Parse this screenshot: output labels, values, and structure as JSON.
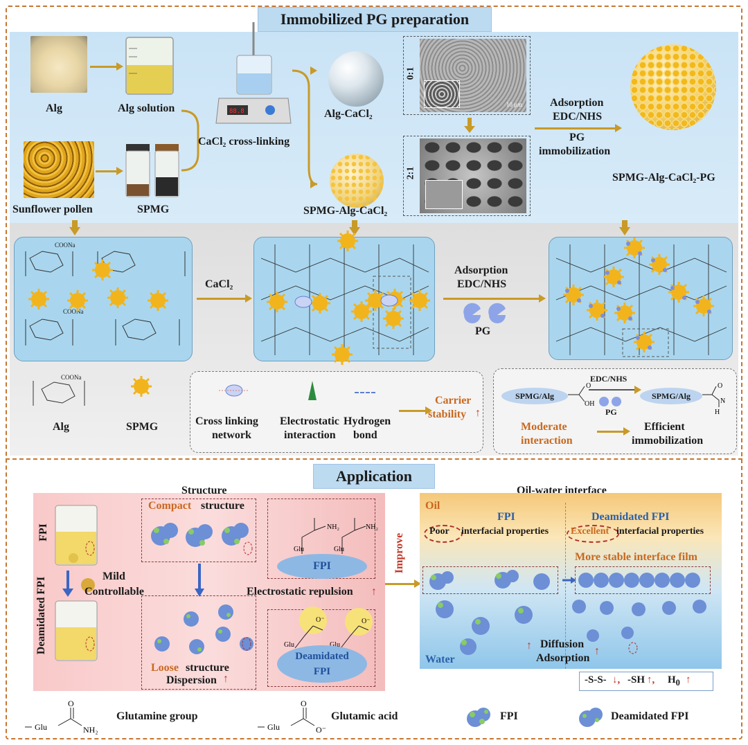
{
  "sections": {
    "top_title": "Immobilized PG preparation",
    "bottom_title": "Application"
  },
  "top": {
    "alg": "Alg",
    "alg_solution": "Alg solution",
    "sunflower_pollen": "Sunflower pollen",
    "spmg": "SPMG",
    "cacl2_crosslinking": "CaCl₂ cross-linking",
    "alg_cacl2": "Alg-CaCl₂",
    "spmg_alg_cacl2": "SPMG-Alg-CaCl₂",
    "ratio_1": "0:1",
    "ratio_2": "2:1",
    "scale_text": "10 μm",
    "adsorption": "Adsorption",
    "edc_nhs": "EDC/NHS",
    "pg_immobilization_1": "PG",
    "pg_immobilization_2": "immobilization",
    "spmg_alg_cacl2_pg": "SPMG-Alg-CaCl₂-PG"
  },
  "middle": {
    "cacl2": "CaCl₂",
    "adsorption": "Adsorption",
    "edc_nhs": "EDC/NHS",
    "pg": "PG",
    "coona": "COONa",
    "legend_alg": "Alg",
    "legend_spmg": "SPMG",
    "cross_linking": "Cross linking",
    "network": "network",
    "electrostatic": "Electrostatic",
    "interaction": "interaction",
    "hydrogen": "Hydrogen",
    "bond": "bond",
    "carrier": "Carrier",
    "stability": "stability",
    "spmg_alg_left": "SPMG/Alg",
    "spmg_alg_right": "SPMG/Alg",
    "edc_nhs_small": "EDC/NHS",
    "pg_small": "PG",
    "moderate": "Moderate",
    "interaction2": "interaction",
    "efficient": "Efficient",
    "immobilization": "immobilization"
  },
  "app": {
    "structure": "Structure",
    "fpi": "FPI",
    "deamidated_fpi": "Deamidated FPI",
    "compact": "Compact",
    "structure_word": "structure",
    "fpi_ellipse": "FPI",
    "mild": "Mild",
    "controllable": "Controllable",
    "electrostatic_repulsion": "Electrostatic repulsion",
    "deamidated_ellipse_1": "Deamidated",
    "deamidated_ellipse_2": "FPI",
    "loose": "Loose",
    "structure_word2": "structure",
    "dispersion": "Dispersion",
    "improve": "Improve",
    "oil_water_interface": "Oil-water interface",
    "oil": "Oil",
    "water": "Water",
    "fpi_right": "FPI",
    "deamidated_fpi_right": "Deamidated FPI",
    "poor": "Poor",
    "interfacial_properties_1": "interfacial properties",
    "excellent": "Excellent",
    "interfacial_properties_2": "interfacial properties",
    "more_stable": "More stable interface film",
    "diffusion": "Diffusion",
    "adsorption": "Adsorption",
    "ss": "-S-S-",
    "sh": "-SH",
    "h0": "H",
    "h0_sub": "0"
  },
  "legend": {
    "glutamine": "Glutamine group",
    "glutamic": "Glutamic acid",
    "fpi": "FPI",
    "deamidated_fpi": "Deamidated FPI",
    "glu": "Glu",
    "nh2": "NH₂",
    "o": "O",
    "o_minus": "O⁻"
  },
  "colors": {
    "frame": "#c8752f",
    "arrow": "#c89a27",
    "panel": "#a9d6ee",
    "pollen": "#f0b429",
    "fpi_blob": "#6c8fd6",
    "accent_red": "#c0392b"
  }
}
